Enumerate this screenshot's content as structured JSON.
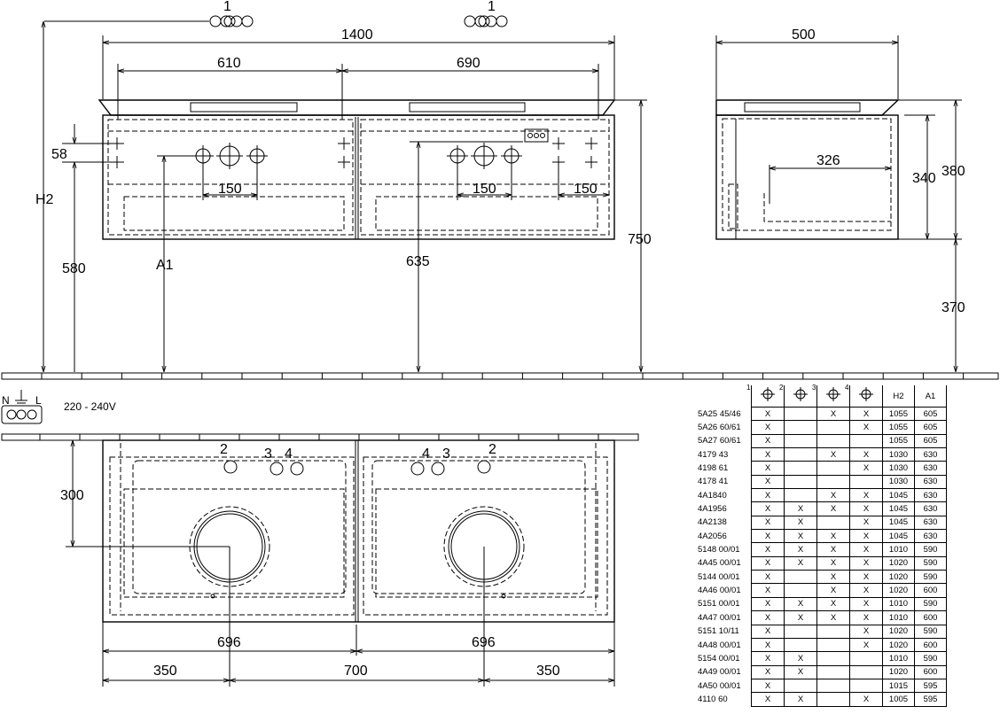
{
  "dimensions": {
    "top_total": "1400",
    "top_left": "610",
    "top_right": "690",
    "side_width": "500",
    "side_inner": "326",
    "side_340": "340",
    "side_380": "380",
    "side_370": "370",
    "h58": "58",
    "h580": "580",
    "h750": "750",
    "h635": "635",
    "a1": "A1",
    "h2": "H2",
    "gap150_left": "150",
    "gap150_mid": "150",
    "gap150_right": "150",
    "p300": "300",
    "p696_left": "696",
    "p696_right": "696",
    "p350_left": "350",
    "p700": "700",
    "p350_right": "350",
    "hole_markers": {
      "top_left": "1",
      "top_right": "1"
    }
  },
  "plan_callouts": {
    "l2": "2",
    "l3": "3",
    "l4": "4",
    "r4": "4",
    "r3": "3",
    "r2": "2"
  },
  "electrical": {
    "n": "N",
    "l": "L",
    "voltage": "220 - 240V"
  },
  "table": {
    "headers": [
      "1",
      "2",
      "3",
      "4",
      "H2",
      "A1"
    ],
    "rows": [
      [
        "5A25 45/46",
        "X",
        "",
        "X",
        "X",
        "1055",
        "605"
      ],
      [
        "5A26 60/61",
        "X",
        "",
        "",
        "X",
        "1055",
        "605"
      ],
      [
        "5A27 60/61",
        "X",
        "",
        "",
        "",
        "1055",
        "605"
      ],
      [
        "4179 43",
        "X",
        "",
        "X",
        "X",
        "1030",
        "630"
      ],
      [
        "4198 61",
        "X",
        "",
        "",
        "X",
        "1030",
        "630"
      ],
      [
        "4178 41",
        "X",
        "",
        "",
        "",
        "1030",
        "630"
      ],
      [
        "4A1840",
        "X",
        "",
        "X",
        "X",
        "1045",
        "630"
      ],
      [
        "4A1956",
        "X",
        "X",
        "X",
        "X",
        "1045",
        "630"
      ],
      [
        "4A2138",
        "X",
        "X",
        "",
        "X",
        "1045",
        "630"
      ],
      [
        "4A2056",
        "X",
        "X",
        "X",
        "X",
        "1045",
        "630"
      ],
      [
        "5148 00/01",
        "X",
        "X",
        "X",
        "X",
        "1010",
        "590"
      ],
      [
        "4A45 00/01",
        "X",
        "X",
        "X",
        "X",
        "1020",
        "590"
      ],
      [
        "5144 00/01",
        "X",
        "",
        "X",
        "X",
        "1020",
        "590"
      ],
      [
        "4A46 00/01",
        "X",
        "",
        "X",
        "X",
        "1020",
        "600"
      ],
      [
        "5151 00/01",
        "X",
        "X",
        "X",
        "X",
        "1010",
        "590"
      ],
      [
        "4A47 00/01",
        "X",
        "X",
        "X",
        "X",
        "1010",
        "600"
      ],
      [
        "5151 10/11",
        "X",
        "",
        "",
        "X",
        "1020",
        "590"
      ],
      [
        "4A48 00/01",
        "X",
        "",
        "",
        "X",
        "1020",
        "600"
      ],
      [
        "5154 00/01",
        "X",
        "X",
        "",
        "",
        "1010",
        "590"
      ],
      [
        "4A49 00/01",
        "X",
        "X",
        "",
        "",
        "1020",
        "600"
      ],
      [
        "4A50 00/01",
        "X",
        "",
        "",
        "",
        "1015",
        "595"
      ],
      [
        "4110 60",
        "X",
        "X",
        "",
        "X",
        "1005",
        "595"
      ]
    ]
  }
}
